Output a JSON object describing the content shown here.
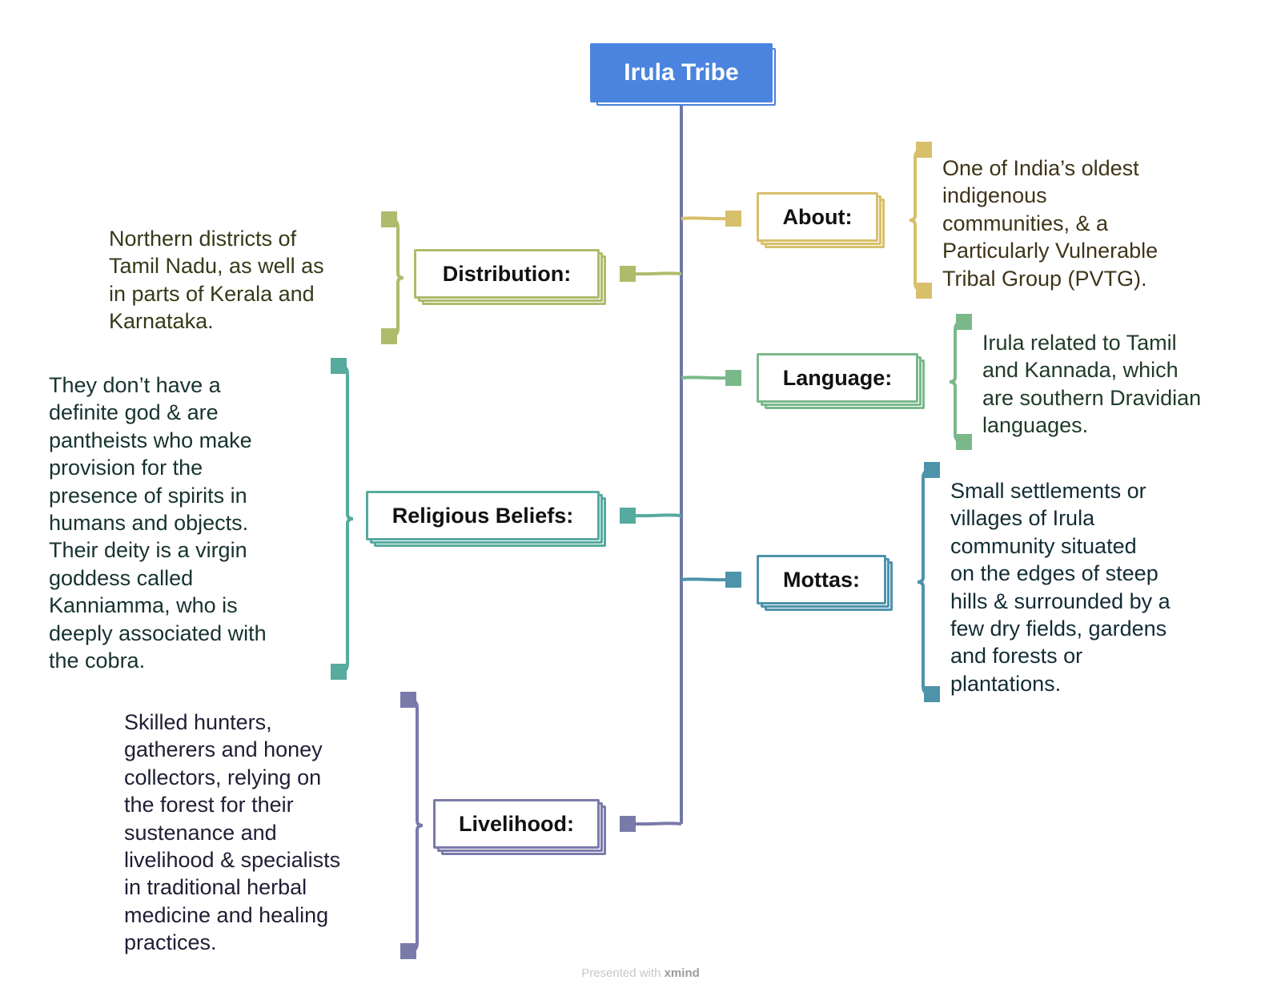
{
  "root": {
    "label": "Irula Tribe",
    "color": "#4b84de"
  },
  "topics": [
    {
      "id": "about",
      "label": "About:",
      "color": "#d8bf6a",
      "note": [
        "One of India’s oldest",
        "indigenous",
        "communities, & a",
        "Particularly Vulnerable",
        "Tribal Group (PVTG)."
      ],
      "note_color": "#3e3418"
    },
    {
      "id": "distribution",
      "label": "Distribution:",
      "color": "#afbb6a",
      "note": [
        "Northern districts of",
        "Tamil Nadu, as well as",
        "in parts of Kerala and",
        "Karnataka."
      ],
      "note_color": "#353a18"
    },
    {
      "id": "language",
      "label": "Language:",
      "color": "#7ab88a",
      "note": [
        "Irula related to Tamil",
        "and Kannada, which",
        "are southern Dravidian",
        "languages."
      ],
      "note_color": "#1f3a28"
    },
    {
      "id": "religious",
      "label": "Religious Beliefs:",
      "color": "#56aa9e",
      "note": [
        "They don’t have a",
        "definite god & are",
        "pantheists who make",
        "provision for the",
        "presence of spirits in",
        "humans and objects.",
        "Their deity is a virgin",
        "goddess called",
        "Kanniamma, who is",
        "deeply associated with",
        "the cobra."
      ],
      "note_color": "#17332f"
    },
    {
      "id": "mottas",
      "label": "Mottas:",
      "color": "#4d93aa",
      "note": [
        "Small settlements or",
        "villages of Irula",
        "community situated",
        "on the edges of steep",
        "hills & surrounded by a",
        "few dry fields, gardens",
        "and forests or",
        "plantations."
      ],
      "note_color": "#132c35"
    },
    {
      "id": "livelihood",
      "label": "Livelihood:",
      "color": "#7a7aaa",
      "note": [
        "Skilled hunters,",
        "gatherers and honey",
        "collectors, relying on",
        "the forest for their",
        "sustenance and",
        "livelihood & specialists",
        "in traditional herbal",
        "medicine and healing",
        "practices."
      ],
      "note_color": "#1e1e35"
    }
  ],
  "trunk_color": "#6f77a8",
  "footer": {
    "prefix": "Presented with ",
    "brand": "xmind"
  }
}
